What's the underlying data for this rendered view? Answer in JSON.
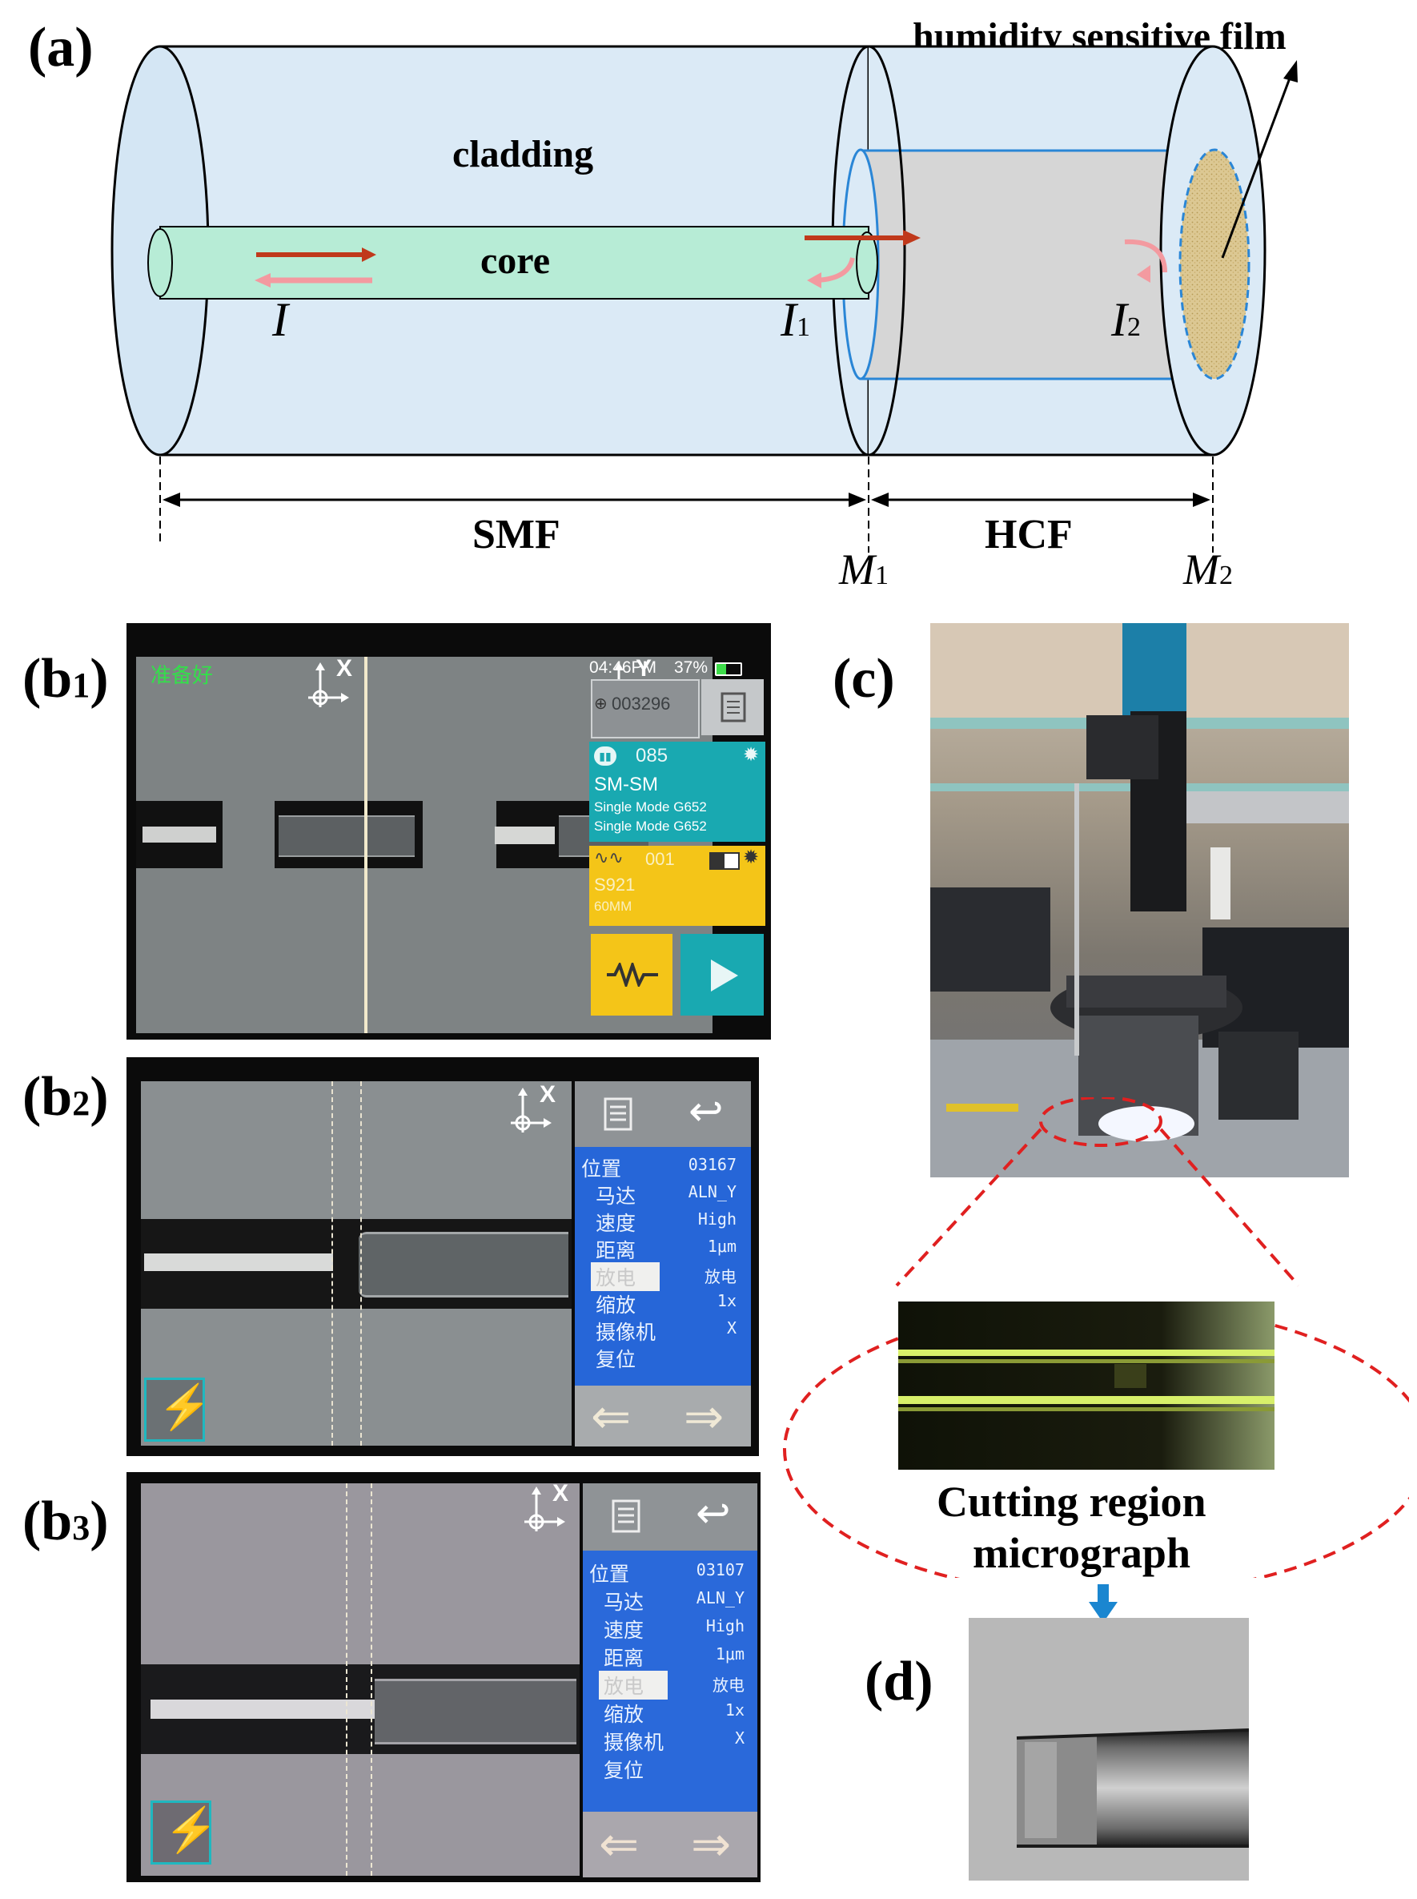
{
  "panel_a": {
    "label": "(a)",
    "film_label": "humidity sensitive film",
    "cladding": "cladding",
    "core": "core",
    "I": "I",
    "I1_main": "I",
    "I1_sub": "1",
    "I2_main": "I",
    "I2_sub": "2",
    "smf": "SMF",
    "hcf": "HCF",
    "M1_main": "M",
    "M1_sub": "1",
    "M2_main": "M",
    "M2_sub": "2"
  },
  "panel_b1": {
    "label": "(b",
    "label_sub": "1",
    "label_close": ")",
    "status": "准备好",
    "x_axis": "X",
    "y_axis": "Y",
    "time": "04:46PM",
    "battery": "37%",
    "counter": "003296",
    "program_number": "085",
    "program_name": "SM-SM",
    "fiber_left": "Single Mode G652",
    "fiber_right": "Single Mode G652",
    "heater_number": "001",
    "heater_name": "S921",
    "heater_size": "60MM"
  },
  "panel_b2": {
    "label": "(b",
    "label_sub": "2",
    "label_close": ")",
    "x_axis": "X",
    "menu": [
      {
        "key": "位置",
        "value": "03167"
      },
      {
        "key": "马达",
        "value": "ALN_Y"
      },
      {
        "key": "速度",
        "value": "High"
      },
      {
        "key": "距离",
        "value": "1μm"
      },
      {
        "key": "放电",
        "value": "放电"
      },
      {
        "key": "缩放",
        "value": "1x"
      },
      {
        "key": "摄像机",
        "value": "X"
      },
      {
        "key": "复位",
        "value": ""
      }
    ]
  },
  "panel_b3": {
    "label": "(b",
    "label_sub": "3",
    "label_close": ")",
    "x_axis": "X",
    "menu": [
      {
        "key": "位置",
        "value": "03107"
      },
      {
        "key": "马达",
        "value": "ALN_Y"
      },
      {
        "key": "速度",
        "value": "High"
      },
      {
        "key": "距离",
        "value": "1μm"
      },
      {
        "key": "放电",
        "value": "放电"
      },
      {
        "key": "缩放",
        "value": "1x"
      },
      {
        "key": "摄像机",
        "value": "X"
      },
      {
        "key": "复位",
        "value": ""
      }
    ]
  },
  "panel_c": {
    "label": "(c)",
    "caption_line1": "Cutting region",
    "caption_line2": "micrograph"
  },
  "panel_d": {
    "label": "(d)"
  },
  "colors": {
    "cladding": "#d9ebf7",
    "core": "#b8ecd6",
    "hcf_fill": "#d6d6d6",
    "film": "#d8c28f",
    "arrow_red": "#c0391b",
    "arrow_pink": "#f39aa0",
    "teal": "#19a9b1",
    "yellow": "#f4c518",
    "menu_blue": "#1463e0",
    "dashed_red": "#e02020"
  }
}
